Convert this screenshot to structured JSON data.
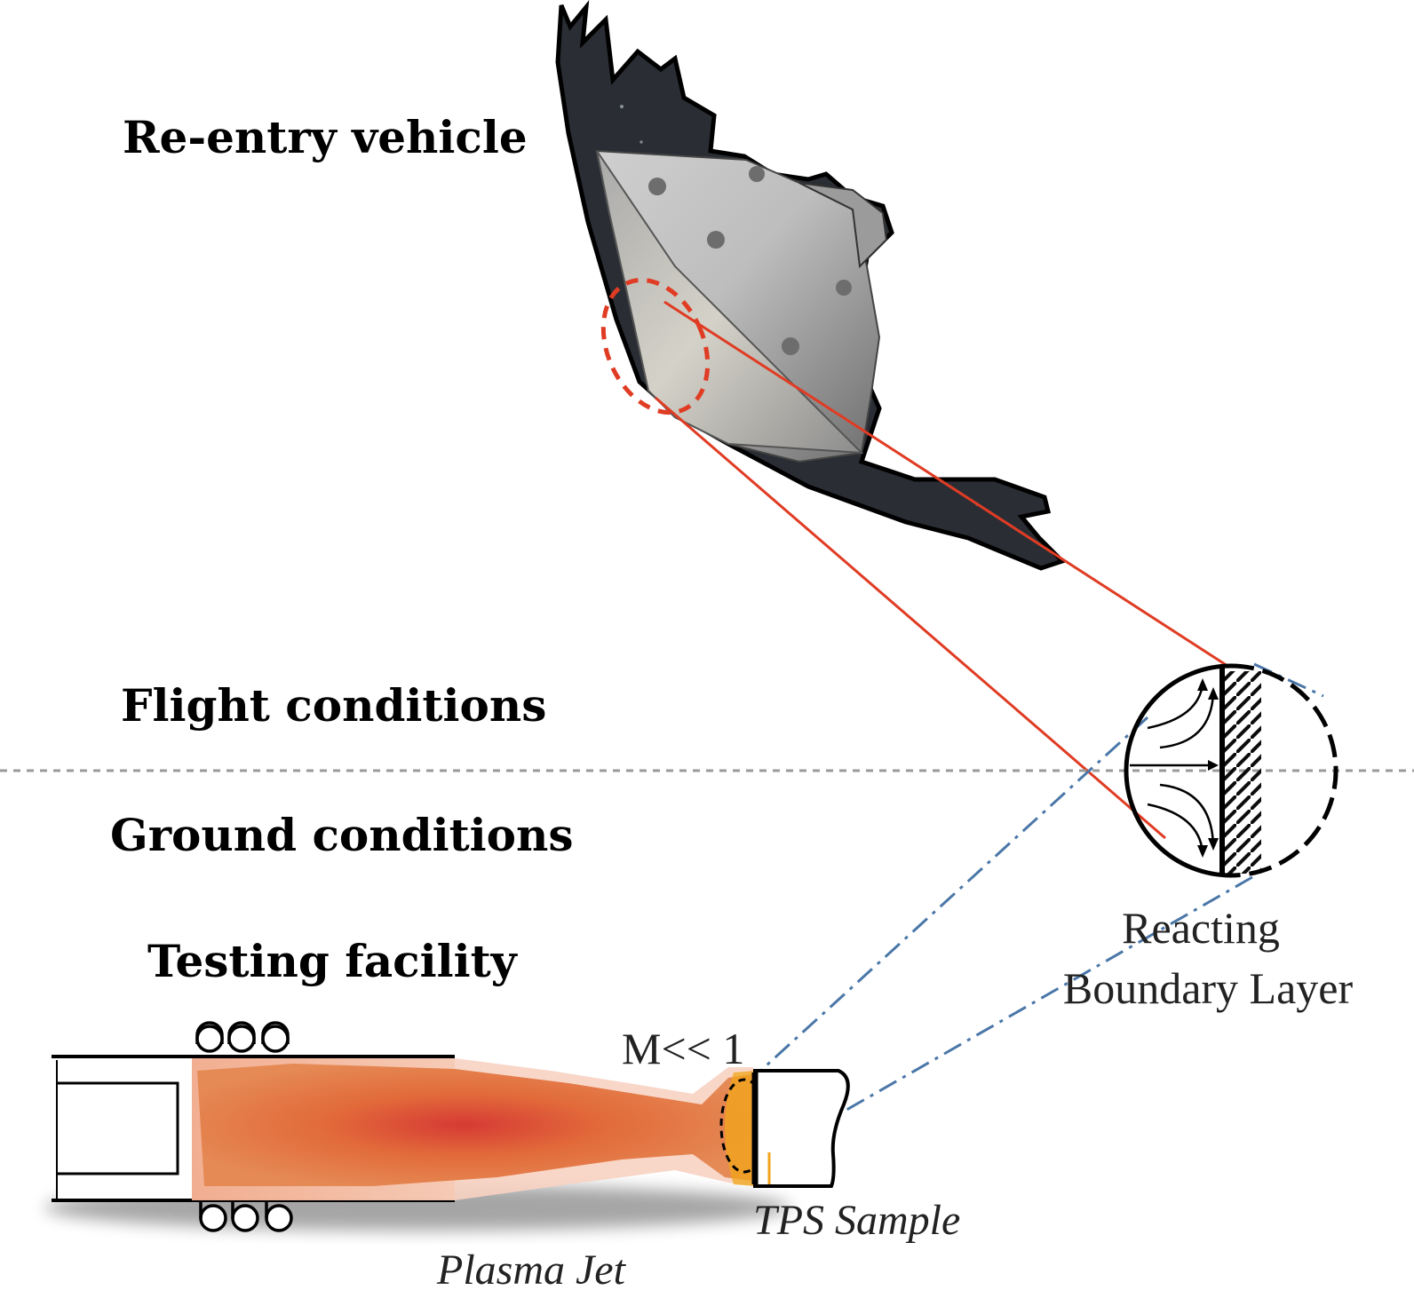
{
  "labels": {
    "reentry_vehicle": "Re-entry vehicle",
    "flight_conditions": "Flight conditions",
    "ground_conditions": "Ground conditions",
    "testing_facility": "Testing facility",
    "reacting_line1": "Reacting",
    "reacting_line2": "Boundary Layer",
    "mach": "M<< 1",
    "tps_sample": "TPS Sample",
    "plasma_jet": "Plasma Jet"
  },
  "colors": {
    "zoom_flight": "#e03c24",
    "zoom_ground": "#4a77a8",
    "divider": "#9a9a9a",
    "plasma_core": "#d63a34",
    "plasma_mid": "#e26a3a",
    "plasma_edge": "#f3b79a",
    "sample_glow": "#f2a51a"
  }
}
